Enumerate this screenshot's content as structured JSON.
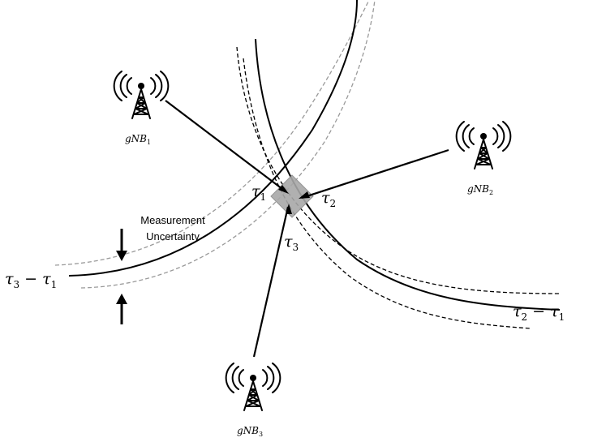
{
  "stations": [
    {
      "id": "gnb1",
      "name": "gNB",
      "sub": "1"
    },
    {
      "id": "gnb2",
      "name": "gNB",
      "sub": "2"
    },
    {
      "id": "gnb3",
      "name": "gNB",
      "sub": "3"
    }
  ],
  "toa_labels": [
    {
      "id": "tau1",
      "symbol": "τ",
      "sub": "1"
    },
    {
      "id": "tau2",
      "symbol": "τ",
      "sub": "2"
    },
    {
      "id": "tau3",
      "symbol": "τ",
      "sub": "3"
    }
  ],
  "tdoa_labels": {
    "left": {
      "a": "τ",
      "a_sub": "3",
      "op": "−",
      "b": "τ",
      "b_sub": "1"
    },
    "right": {
      "a": "τ",
      "a_sub": "2",
      "op": "−",
      "b": "τ",
      "b_sub": "1"
    }
  },
  "uncertainty": {
    "line1": "Measurement",
    "line2": "Uncertainty"
  },
  "colors": {
    "ink": "#000000",
    "uncertainty_band": "#9a9a9a",
    "region_fill": "#a8a8a8"
  }
}
